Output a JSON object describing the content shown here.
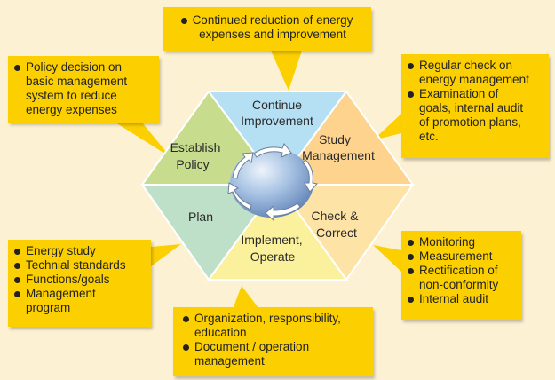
{
  "segments": {
    "continue": [
      "Continue",
      "Improvement"
    ],
    "study": [
      "Study",
      "Management"
    ],
    "check": [
      "Check &",
      "Correct"
    ],
    "implement": [
      "Implement,",
      "Operate"
    ],
    "plan": [
      "Plan"
    ],
    "establish": [
      "Establish",
      "Policy"
    ]
  },
  "callouts": {
    "top": [
      "Continued reduction of energy",
      "expenses and improvement"
    ],
    "top_left": [
      "Policy decision on",
      "basic management",
      "system to reduce",
      "energy expenses"
    ],
    "right_upper": [
      "Regular check on",
      "energy management",
      "Examination of",
      "goals, internal audit",
      "of promotion plans,",
      "etc."
    ],
    "right_lower": [
      "Monitoring",
      "Measurement",
      "Rectification of",
      "non-conformity",
      "Internal audit"
    ],
    "left_lower": [
      "Energy study",
      "Technial standards",
      "Functions/goals",
      "Management",
      "program"
    ],
    "bottom": [
      "Organization, responsibility,",
      "education",
      "Document / operation",
      "management"
    ]
  },
  "colors": {
    "background": "#fdf1d3",
    "callout": "#fcd000",
    "continue": "#b5dff2",
    "study": "#fdd38e",
    "check": "#fde3a6",
    "implement": "#fbf09b",
    "plan": "#bfe0c8",
    "establish": "#c7dc8c",
    "globe": "#8fb2d9"
  }
}
